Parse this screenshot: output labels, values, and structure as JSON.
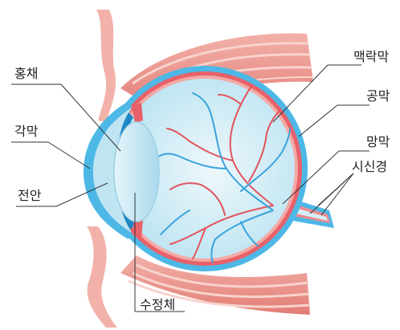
{
  "labels": {
    "iris": "홍채",
    "cornea": "각막",
    "anterior_chamber": "전안",
    "lens": "수정체",
    "choroid": "맥락막",
    "sclera": "공막",
    "retina": "망막",
    "optic_nerve": "시신경"
  },
  "colors": {
    "sclera": "#4db8e6",
    "choroid": "#e8616a",
    "retina": "#f4a9a4",
    "vitreous": "#d6eff7",
    "lens": "#c4e6f3",
    "muscle": "#e88c84",
    "muscle_stripe": "#f5c3bc",
    "artery": "#e2555c",
    "vein": "#3aa3dc",
    "leader_line": "#333333"
  }
}
